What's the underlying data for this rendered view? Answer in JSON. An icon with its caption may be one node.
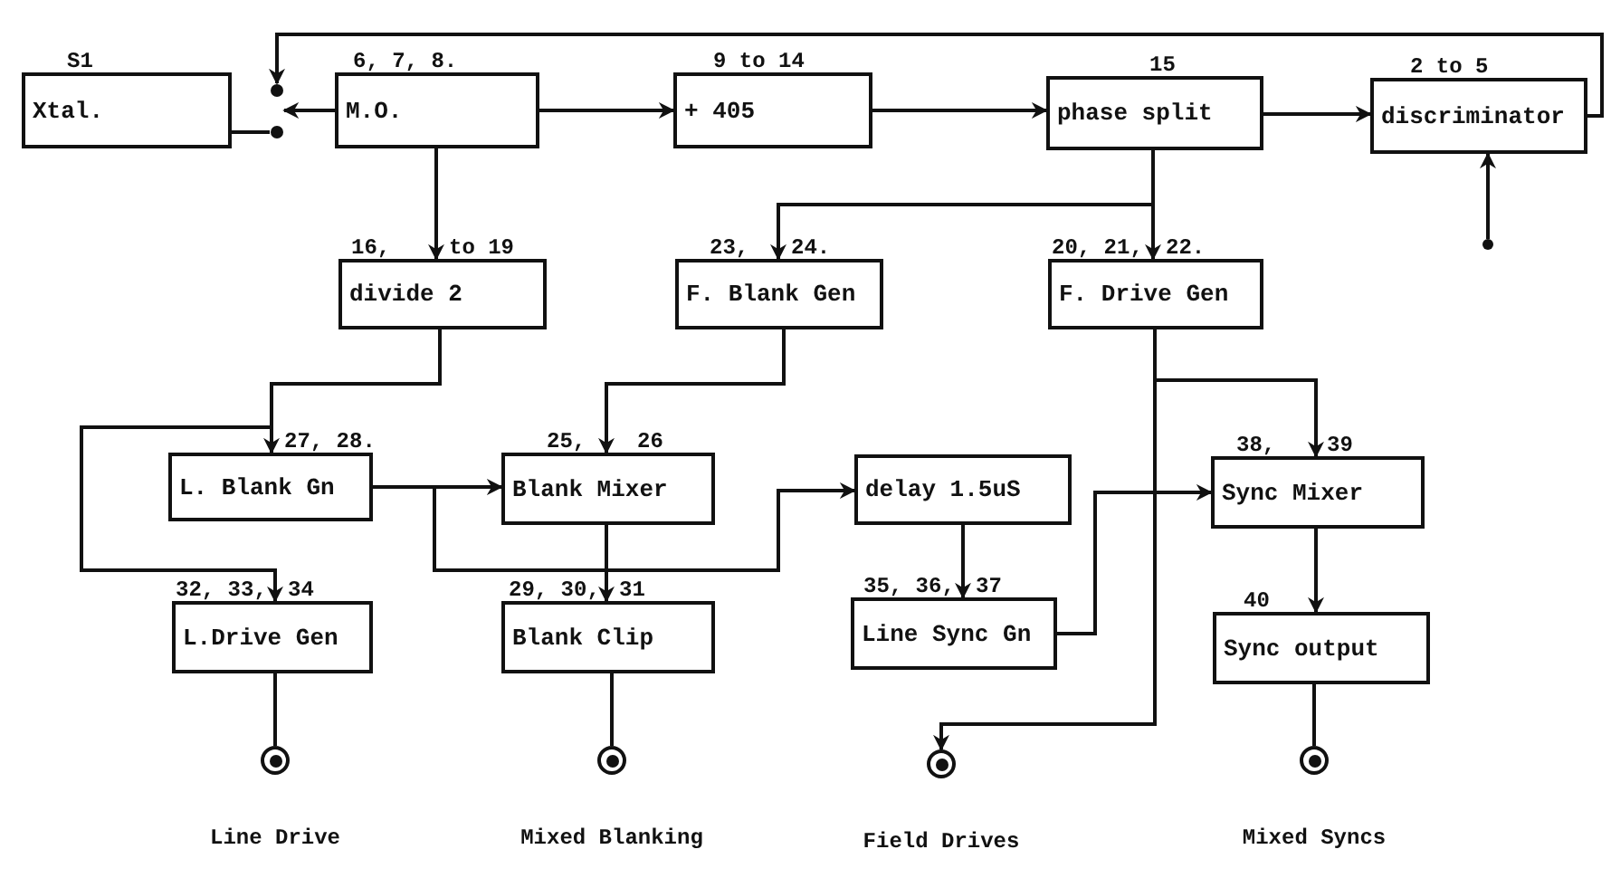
{
  "diagram": {
    "nodes": [
      {
        "text": [
          "S1",
          "Xtal."
        ]
      },
      {
        "text": [
          "6, 7, 8.",
          "M.O."
        ]
      },
      {
        "text": [
          "9 to 14",
          "+ 405"
        ]
      },
      {
        "text": [
          "15",
          "phase split"
        ]
      },
      {
        "text": [
          "2 to 5",
          "discriminator"
        ]
      },
      {
        "text": [
          "16,",
          "to 19",
          "divide 2"
        ]
      },
      {
        "text": [
          "23,",
          "24.",
          "F. Blank Gen"
        ]
      },
      {
        "text": [
          "20, 21,",
          "22.",
          "F. Drive Gen"
        ]
      },
      {
        "text": [
          "27, 28.",
          "L. Blank Gn"
        ]
      },
      {
        "text": [
          "25,",
          "26",
          "Blank Mixer"
        ]
      },
      {
        "text": [
          "delay 1.5uS"
        ]
      },
      {
        "text": [
          "38,",
          "39",
          "Sync Mixer"
        ]
      },
      {
        "text": [
          "32, 33,",
          "34",
          "L.Drive Gen"
        ]
      },
      {
        "text": [
          "29, 30,",
          "31",
          "Blank Clip"
        ]
      },
      {
        "text": [
          "35, 36,",
          "37",
          "Line Sync Gn"
        ]
      },
      {
        "text": [
          "40",
          "Sync output"
        ]
      },
      {
        "text": [],
        "shape": "circle",
        "beside": [
          "Line Drive"
        ]
      },
      {
        "text": [],
        "shape": "circle",
        "beside": [
          "Mixed Blanking"
        ]
      },
      {
        "text": [],
        "shape": "circle",
        "beside": [
          "Field Drives"
        ]
      },
      {
        "text": [],
        "shape": "circle",
        "beside": [
          "Mixed Syncs"
        ]
      },
      {
        "text": [],
        "shape": "switch"
      },
      {
        "text": [],
        "shape": "circle"
      }
    ],
    "edges": [
      {
        "from": 0,
        "to": 20,
        "arrow": "none"
      },
      {
        "from": 1,
        "to": 20,
        "arrow": "to"
      },
      {
        "from": 4,
        "to": 20,
        "arrow": "to"
      },
      {
        "from": 1,
        "to": 2,
        "arrow": "to"
      },
      {
        "from": 2,
        "to": 3,
        "arrow": "to"
      },
      {
        "from": 3,
        "to": 4,
        "arrow": "to"
      },
      {
        "from": 1,
        "to": 5,
        "arrow": "to"
      },
      {
        "from": 3,
        "to": 7,
        "arrow": "to"
      },
      {
        "from": 3,
        "to": 6,
        "arrow": "to"
      },
      {
        "from": 5,
        "to": 8,
        "arrow": "to"
      },
      {
        "from": 5,
        "to": 12,
        "arrow": "to"
      },
      {
        "from": 6,
        "to": 9,
        "arrow": "to"
      },
      {
        "from": 8,
        "to": 9,
        "arrow": "to"
      },
      {
        "from": 8,
        "to": 10,
        "arrow": "to"
      },
      {
        "from": 9,
        "to": 13,
        "arrow": "to"
      },
      {
        "from": 10,
        "to": 14,
        "arrow": "to"
      },
      {
        "from": 14,
        "to": 11,
        "arrow": "to"
      },
      {
        "from": 7,
        "to": 11,
        "arrow": "to"
      },
      {
        "from": 7,
        "to": 18,
        "arrow": "to"
      },
      {
        "from": 11,
        "to": 15,
        "arrow": "to"
      },
      {
        "from": 12,
        "to": 16,
        "arrow": "none"
      },
      {
        "from": 13,
        "to": 17,
        "arrow": "none"
      },
      {
        "from": 15,
        "to": 19,
        "arrow": "none"
      },
      {
        "from": 21,
        "to": 4,
        "arrow": "to"
      }
    ]
  }
}
